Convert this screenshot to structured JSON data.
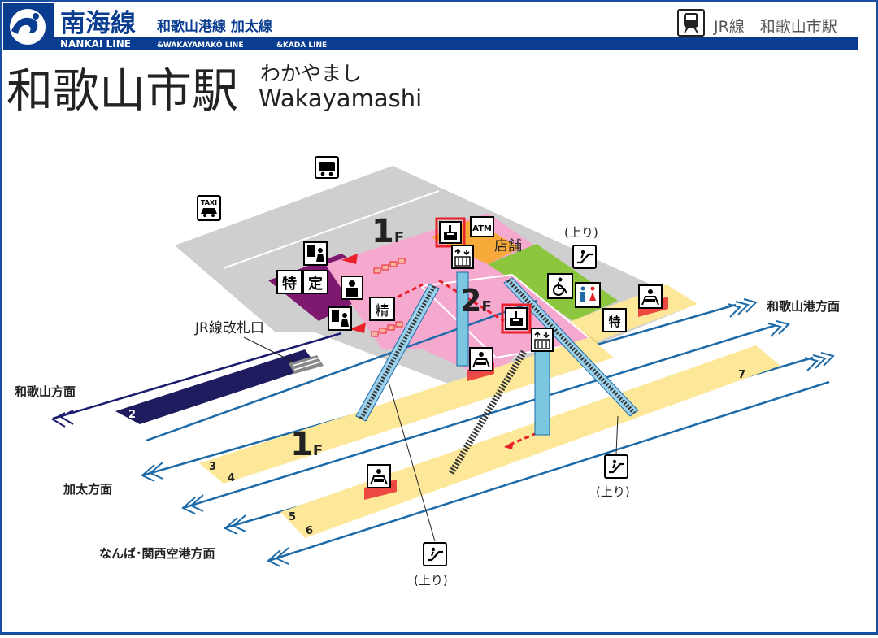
{
  "header": {
    "line_name": "南海線",
    "sub_lines": "和歌山港線 加太線",
    "line_en": "NANKAI LINE",
    "sub_en_1": "&WAKAYAMAKŌ LINE",
    "sub_en_2": "&KADA LINE",
    "jr_link": "JR線　和歌山市駅"
  },
  "station": {
    "name_ja": "和歌山市駅",
    "name_kana": "わかやまし",
    "name_en": "Wakayamashi"
  },
  "floors": {
    "upper": {
      "num": "1",
      "unit": "F"
    },
    "mid": {
      "num": "2",
      "unit": "F"
    },
    "platform": {
      "num": "1",
      "unit": "F"
    }
  },
  "labels": {
    "jr_gate": "JR線改札口",
    "shops": "店舗",
    "atm": "ATM",
    "taxi": "TAXI",
    "tokkyu": "特",
    "tokkyu_ticket_1": "特",
    "tokkyu_ticket_2": "定",
    "fare_adjust": "精",
    "up_1": "(上り)",
    "up_2": "(上り)",
    "up_3": "(上り)"
  },
  "directions": {
    "wakayamako": "和歌山港方面",
    "wakayama": "和歌山方面",
    "kada": "加太方面",
    "namba": "なんば･関西空港方面"
  },
  "platforms": [
    "2",
    "3",
    "4",
    "5",
    "6",
    "7"
  ],
  "colors": {
    "brand_blue": "#0a3d8f",
    "ticket_purple": "#7d1a6f",
    "concourse_pink": "#f5a9cf",
    "shop_orange": "#f7a93a",
    "toilet_green": "#8cc63f",
    "platform_yellow": "#fde89a",
    "track_blue": "#1c6aa8",
    "floor_gray": "#cfcfcf",
    "accent_red": "#e8212a"
  },
  "icons": [
    "wave-logo-icon",
    "train-icon",
    "bus-icon",
    "taxi-icon",
    "locker-icon",
    "elevator-icon",
    "escalator-icon",
    "wheelchair-icon",
    "toilet-icon",
    "ticket-machine-icon",
    "station-staff-icon",
    "waiting-room-icon",
    "arrow-icon"
  ]
}
